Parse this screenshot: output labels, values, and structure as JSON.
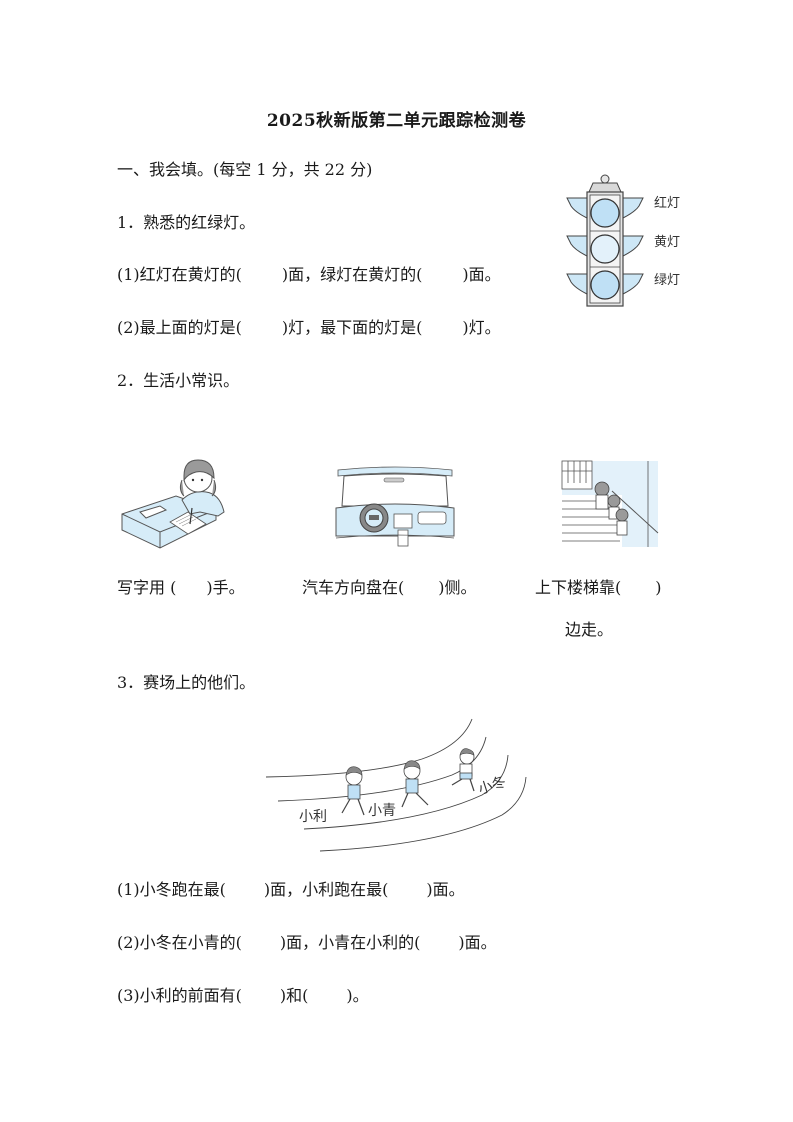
{
  "title": "2025秋新版第二单元跟踪检测卷",
  "section1": {
    "header": "一、我会填。(每空 1 分，共 22 分)"
  },
  "q1": {
    "label": "1．熟悉的红绿灯。",
    "sub1": {
      "pre": "(1)红灯在黄灯的(",
      "mid": ")面，绿灯在黄灯的(",
      "post": ")面。"
    },
    "sub2": {
      "pre": "(2)最上面的灯是(",
      "mid": ")灯，最下面的灯是(",
      "post": ")灯。"
    },
    "traffic_light": {
      "labels": [
        "红灯",
        "黄灯",
        "绿灯"
      ],
      "colors": {
        "lamp": "#bfe0f5",
        "lamp_light": "#e3f1fa",
        "wing": "#cde7f6",
        "body": "#e6e6e6",
        "stroke": "#444444"
      }
    }
  },
  "q2": {
    "label": "2．生活小常识。",
    "items": [
      {
        "pre": "写字用 (",
        "post": ")手。",
        "image": "girl-writing-at-desk"
      },
      {
        "pre": "汽车方向盘在(",
        "post": ")侧。",
        "image": "car-dashboard-steering-wheel"
      },
      {
        "pre": "上下楼梯靠(",
        "post": ")",
        "post2": "边走。",
        "image": "children-on-stairs"
      }
    ]
  },
  "q3": {
    "label": "3．赛场上的他们。",
    "runners": [
      "小利",
      "小青",
      "小冬"
    ],
    "sub1": {
      "pre": "(1)小冬跑在最(",
      "mid": ")面，小利跑在最(",
      "post": ")面。"
    },
    "sub2": {
      "pre": "(2)小冬在小青的(",
      "mid": ")面，小青在小利的(",
      "post": ")面。"
    },
    "sub3": {
      "pre": "(3)小利的前面有(",
      "mid": ")和(",
      "post": ")。"
    }
  },
  "colors": {
    "illustration_fill": "#d6ecf8",
    "illustration_stroke": "#555555",
    "text": "#1a1a1a"
  }
}
